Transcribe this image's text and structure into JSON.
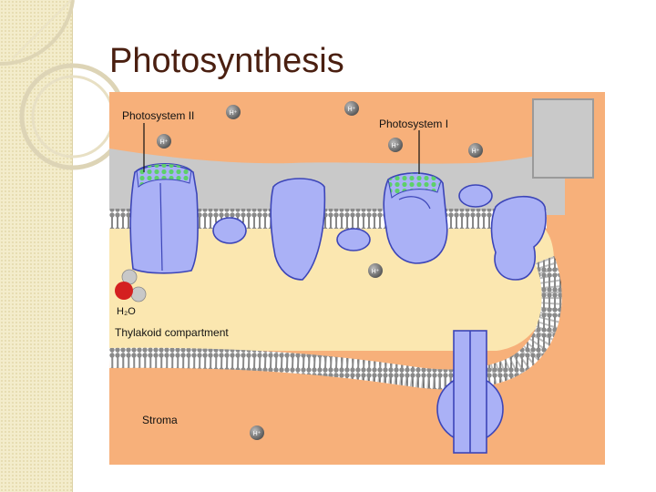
{
  "slide": {
    "title": "Photosynthesis"
  },
  "diagram": {
    "labels": {
      "photosystem_ii": "Photosystem II",
      "photosystem_i": "Photosystem I",
      "thylakoid_compartment": "Thylakoid compartment",
      "stroma": "Stroma",
      "water": "H₂O",
      "proton": "H⁺"
    },
    "colors": {
      "background": "#f7b07a",
      "thylakoid_space": "#fbe7b0",
      "membrane_gray": "#c9c9c9",
      "protein": "#aab1f6",
      "protein_outline": "#3c45b8",
      "chlorophyll": "#5dd06a",
      "proton_ball": "#7a7a7a",
      "oxygen": "#d42020",
      "hydrogen": "#c8c8c8"
    }
  }
}
